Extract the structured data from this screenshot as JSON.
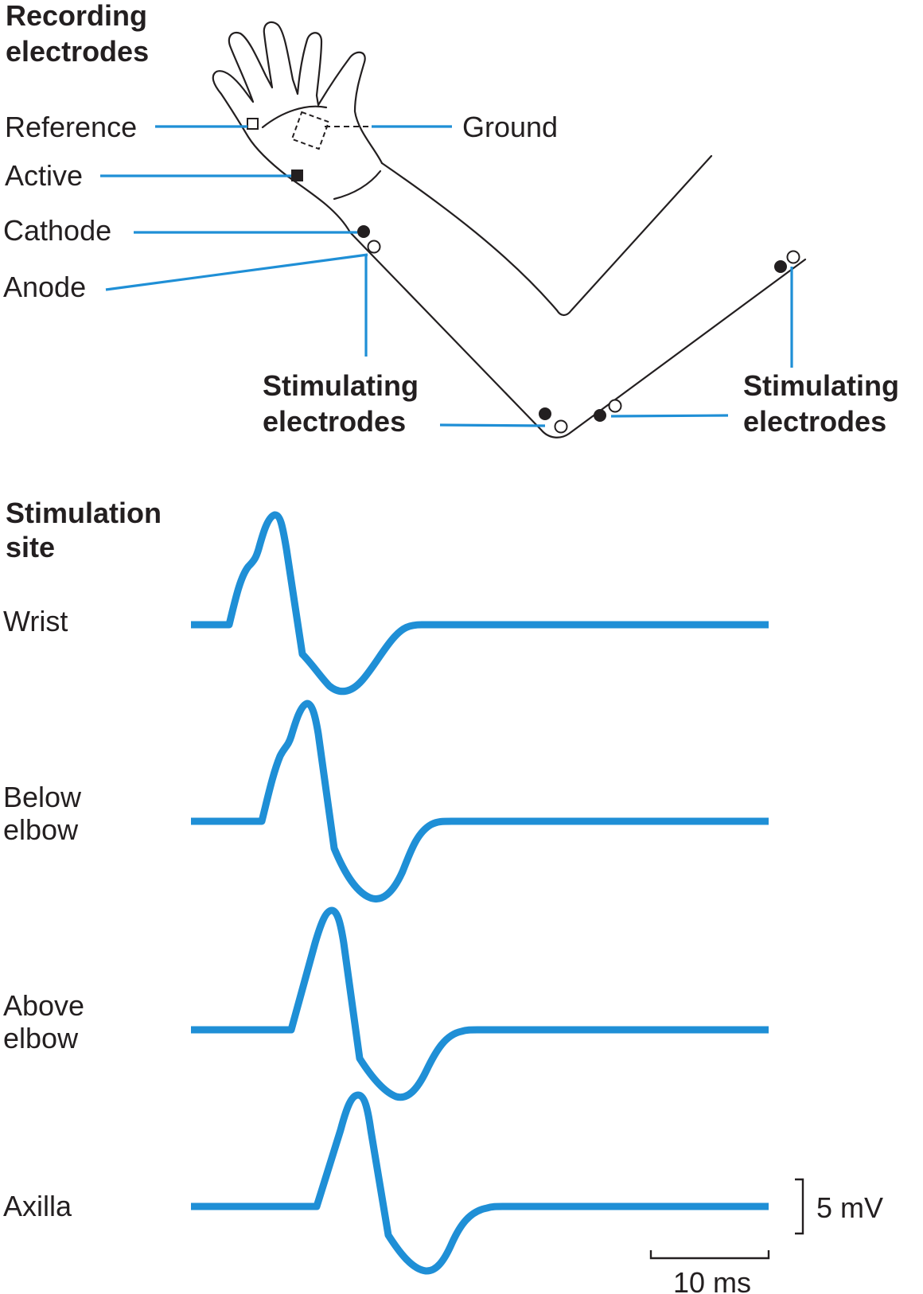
{
  "recording": {
    "title_line1": "Recording",
    "title_line2": "electrodes",
    "reference": "Reference",
    "ground": "Ground",
    "active": "Active",
    "cathode": "Cathode",
    "anode": "Anode",
    "stim_left_line1": "Stimulating",
    "stim_left_line2": "electrodes",
    "stim_right_line1": "Stimulating",
    "stim_right_line2": "electrodes"
  },
  "stimulation": {
    "title_line1": "Stimulation",
    "title_line2": "site",
    "sites": [
      {
        "label_lines": [
          "Wrist"
        ]
      },
      {
        "label_lines": [
          "Below",
          "elbow"
        ]
      },
      {
        "label_lines": [
          "Above",
          "elbow"
        ]
      },
      {
        "label_lines": [
          "Axilla"
        ]
      }
    ]
  },
  "scale_bar": {
    "amplitude": "5 mV",
    "time": "10 ms"
  },
  "colors": {
    "trace": "#1f8fd6",
    "outline": "#231f20"
  }
}
